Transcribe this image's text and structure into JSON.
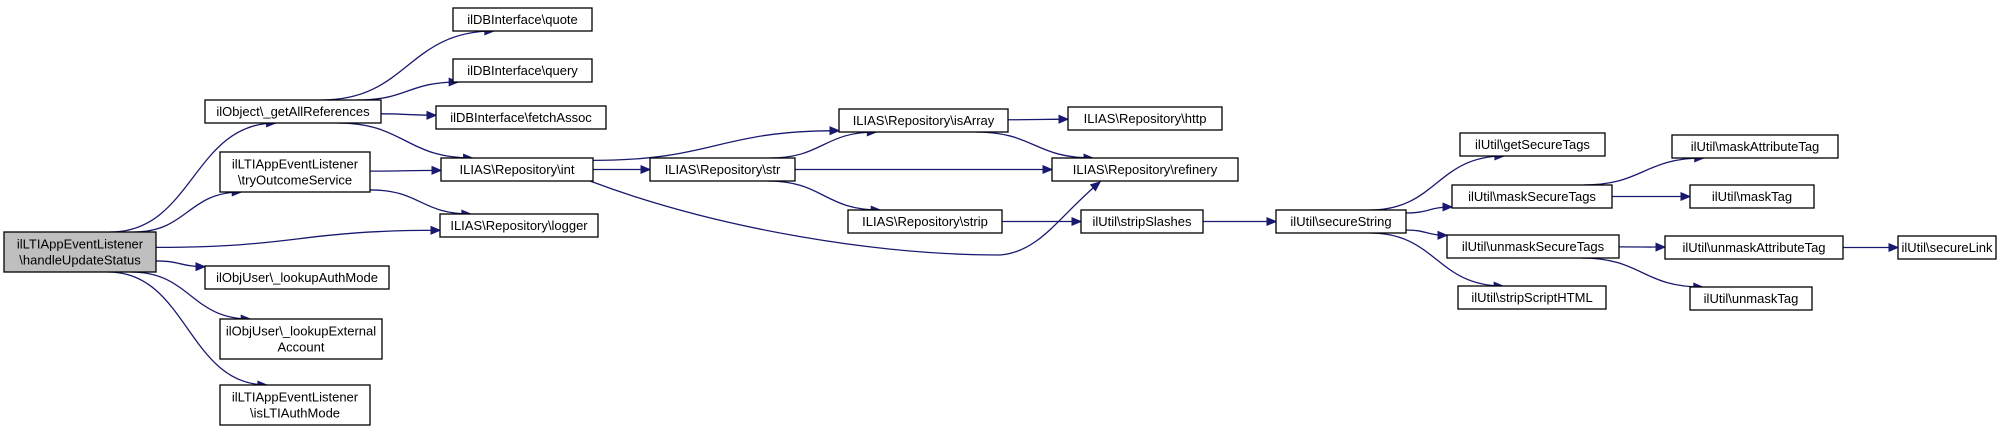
{
  "nodes": [
    {
      "id": "n0",
      "lines": [
        "ilLTIAppEventListener",
        "\\handleUpdateStatus"
      ],
      "root": true
    },
    {
      "id": "n1",
      "lines": [
        "ilObject\\_getAllReferences"
      ]
    },
    {
      "id": "n2",
      "lines": [
        "ilLTIAppEventListener",
        "\\tryOutcomeService"
      ]
    },
    {
      "id": "n3",
      "lines": [
        "ILIAS\\Repository\\logger"
      ]
    },
    {
      "id": "n4",
      "lines": [
        "ilObjUser\\_lookupAuthMode"
      ]
    },
    {
      "id": "n5",
      "lines": [
        "ilObjUser\\_lookupExternal",
        "Account"
      ]
    },
    {
      "id": "n6",
      "lines": [
        "ilLTIAppEventListener",
        "\\isLTIAuthMode"
      ]
    },
    {
      "id": "n7",
      "lines": [
        "ilDBInterface\\quote"
      ]
    },
    {
      "id": "n8",
      "lines": [
        "ilDBInterface\\query"
      ]
    },
    {
      "id": "n9",
      "lines": [
        "ilDBInterface\\fetchAssoc"
      ]
    },
    {
      "id": "n10",
      "lines": [
        "ILIAS\\Repository\\int"
      ]
    },
    {
      "id": "n11",
      "lines": [
        "ILIAS\\Repository\\isArray"
      ]
    },
    {
      "id": "n12",
      "lines": [
        "ILIAS\\Repository\\str"
      ]
    },
    {
      "id": "n13",
      "lines": [
        "ILIAS\\Repository\\refinery"
      ]
    },
    {
      "id": "n14",
      "lines": [
        "ILIAS\\Repository\\strip"
      ]
    },
    {
      "id": "n15",
      "lines": [
        "ILIAS\\Repository\\http"
      ]
    },
    {
      "id": "n16",
      "lines": [
        "ilUtil\\stripSlashes"
      ]
    },
    {
      "id": "n17",
      "lines": [
        "ilUtil\\secureString"
      ]
    },
    {
      "id": "n18",
      "lines": [
        "ilUtil\\getSecureTags"
      ]
    },
    {
      "id": "n19",
      "lines": [
        "ilUtil\\maskSecureTags"
      ]
    },
    {
      "id": "n20",
      "lines": [
        "ilUtil\\unmaskSecureTags"
      ]
    },
    {
      "id": "n21",
      "lines": [
        "ilUtil\\stripScriptHTML"
      ]
    },
    {
      "id": "n22",
      "lines": [
        "ilUtil\\maskAttributeTag"
      ]
    },
    {
      "id": "n23",
      "lines": [
        "ilUtil\\maskTag"
      ]
    },
    {
      "id": "n24",
      "lines": [
        "ilUtil\\unmaskAttributeTag"
      ]
    },
    {
      "id": "n25",
      "lines": [
        "ilUtil\\unmaskTag"
      ]
    },
    {
      "id": "n26",
      "lines": [
        "ilUtil\\secureLink"
      ]
    }
  ],
  "edges": [
    [
      "n0",
      "n1"
    ],
    [
      "n0",
      "n2"
    ],
    [
      "n0",
      "n3"
    ],
    [
      "n0",
      "n4"
    ],
    [
      "n0",
      "n5"
    ],
    [
      "n0",
      "n6"
    ],
    [
      "n1",
      "n7"
    ],
    [
      "n1",
      "n8"
    ],
    [
      "n1",
      "n9"
    ],
    [
      "n1",
      "n10"
    ],
    [
      "n2",
      "n10"
    ],
    [
      "n2",
      "n3"
    ],
    [
      "n10",
      "n11"
    ],
    [
      "n10",
      "n12"
    ],
    [
      "n10",
      "n13"
    ],
    [
      "n11",
      "n15"
    ],
    [
      "n11",
      "n13"
    ],
    [
      "n12",
      "n11"
    ],
    [
      "n12",
      "n13"
    ],
    [
      "n12",
      "n14"
    ],
    [
      "n14",
      "n16"
    ],
    [
      "n16",
      "n17"
    ],
    [
      "n17",
      "n18"
    ],
    [
      "n17",
      "n19"
    ],
    [
      "n17",
      "n20"
    ],
    [
      "n17",
      "n21"
    ],
    [
      "n19",
      "n22"
    ],
    [
      "n19",
      "n23"
    ],
    [
      "n20",
      "n24"
    ],
    [
      "n20",
      "n25"
    ],
    [
      "n24",
      "n26"
    ]
  ],
  "colors": {
    "edge": "#191970",
    "root_fill": "#bfbfbf",
    "node_fill": "#ffffff",
    "node_stroke": "#000000"
  }
}
